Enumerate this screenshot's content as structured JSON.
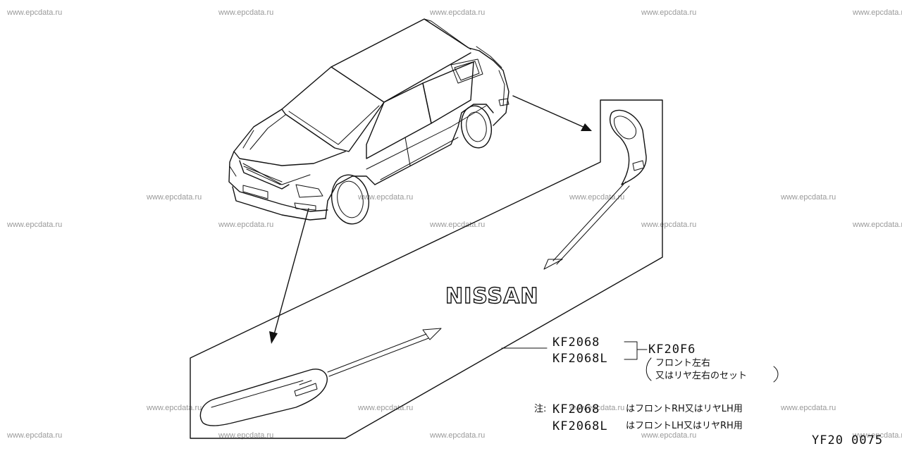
{
  "watermark": "www.epcdata.ru",
  "brand_text": "NISSAN",
  "parts": {
    "part_right": "KF2068",
    "part_left": "KF2068L",
    "set_code": "KF20F6",
    "set_desc_line1": "フロント左右",
    "set_desc_line2": "又はリヤ左右のセット"
  },
  "note": {
    "prefix": "注:",
    "line1_code": "KF2068",
    "line1_text": "はフロントRH又はリヤLH用",
    "line2_code": "KF2068L",
    "line2_text": "はフロントLH又はリヤRH用"
  },
  "figure_code": "YF20 0075"
}
